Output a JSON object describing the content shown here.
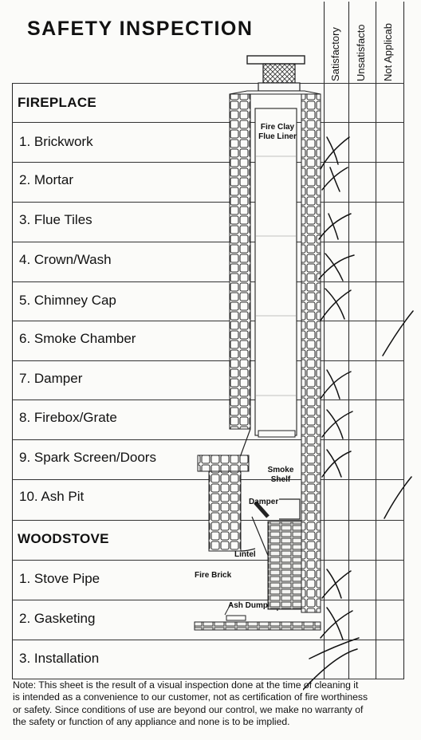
{
  "title": "SAFETY INSPECTION",
  "columns": [
    "Satisfactory",
    "Unsatisfacto",
    "Not Applicab"
  ],
  "fireplace": {
    "heading": "FIREPLACE",
    "items": [
      "1.   Brickwork",
      "2.  Mortar",
      "3.  Flue Tiles",
      "4.  Crown/Wash",
      "5.  Chimney Cap",
      "6.  Smoke Chamber",
      "7.  Damper",
      "8.  Firebox/Grate",
      "9.  Spark Screen/Doors",
      "10.  Ash Pit"
    ]
  },
  "woodstove": {
    "heading": "WOODSTOVE",
    "items": [
      "1.  Stove Pipe",
      "2.  Gasketing",
      "3.  Installation"
    ]
  },
  "diagram_labels": {
    "flue_liner": "Fire Clay Flue Liner",
    "smoke_shelf": "Smoke Shelf",
    "damper": "Damper",
    "lintel": "Lintel",
    "fire_brick": "Fire Brick",
    "ash_dump": "Ash Dump"
  },
  "note_lines": [
    "Note:  This sheet is the result of a visual inspection done at the time of cleaning it",
    "is intended as a convenience to our customer, not as certification of fire worthiness",
    "or safety. Since conditions of use are beyond our control, we make no warranty of",
    "the safety or function of any appliance and none is to be implied."
  ]
}
